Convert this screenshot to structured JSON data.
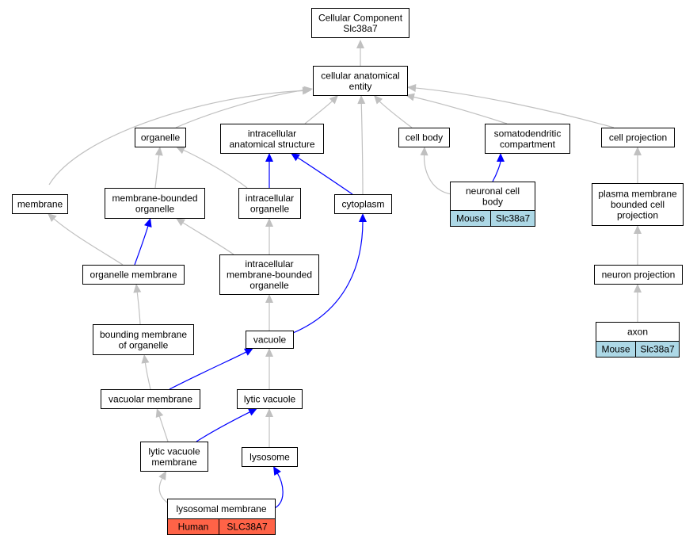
{
  "colors": {
    "gray_edge": "#c0c0c0",
    "blue_edge": "#0000ff",
    "mouse_fill": "#add8e6",
    "human_fill": "#ff6347"
  },
  "nodes": {
    "cellular_component": {
      "lines": [
        "Cellular Component",
        "Slc38a7"
      ]
    },
    "cellular_anatomical_entity": {
      "lines": [
        "cellular anatomical",
        "entity"
      ]
    },
    "organelle": {
      "lines": [
        "organelle"
      ]
    },
    "intracellular_anatomical_structure": {
      "lines": [
        "intracellular",
        "anatomical structure"
      ]
    },
    "cell_body": {
      "lines": [
        "cell body"
      ]
    },
    "somatodendritic_compartment": {
      "lines": [
        "somatodendritic",
        "compartment"
      ]
    },
    "cell_projection": {
      "lines": [
        "cell projection"
      ]
    },
    "membrane": {
      "lines": [
        "membrane"
      ]
    },
    "membrane_bounded_organelle": {
      "lines": [
        "membrane-bounded",
        "organelle"
      ]
    },
    "intracellular_organelle": {
      "lines": [
        "intracellular",
        "organelle"
      ]
    },
    "cytoplasm": {
      "lines": [
        "cytoplasm"
      ]
    },
    "neuronal_cell_body": {
      "lines": [
        "neuronal cell",
        "body"
      ],
      "species": "Mouse",
      "gene": "Slc38a7"
    },
    "plasma_membrane_bounded_cell_projection": {
      "lines": [
        "plasma membrane",
        "bounded cell",
        "projection"
      ]
    },
    "organelle_membrane": {
      "lines": [
        "organelle membrane"
      ]
    },
    "intracellular_membrane_bounded_organelle": {
      "lines": [
        "intracellular",
        "membrane-bounded",
        "organelle"
      ]
    },
    "neuron_projection": {
      "lines": [
        "neuron projection"
      ]
    },
    "bounding_membrane_of_organelle": {
      "lines": [
        "bounding membrane",
        "of organelle"
      ]
    },
    "axon": {
      "lines": [
        "axon"
      ],
      "species": "Mouse",
      "gene": "Slc38a7"
    },
    "vacuole": {
      "lines": [
        "vacuole"
      ]
    },
    "vacuolar_membrane": {
      "lines": [
        "vacuolar membrane"
      ]
    },
    "lytic_vacuole": {
      "lines": [
        "lytic vacuole"
      ]
    },
    "lytic_vacuole_membrane": {
      "lines": [
        "lytic vacuole",
        "membrane"
      ]
    },
    "lysosome": {
      "lines": [
        "lysosome"
      ]
    },
    "lysosomal_membrane": {
      "lines": [
        "lysosomal membrane"
      ],
      "species": "Human",
      "gene": "SLC38A7"
    }
  }
}
